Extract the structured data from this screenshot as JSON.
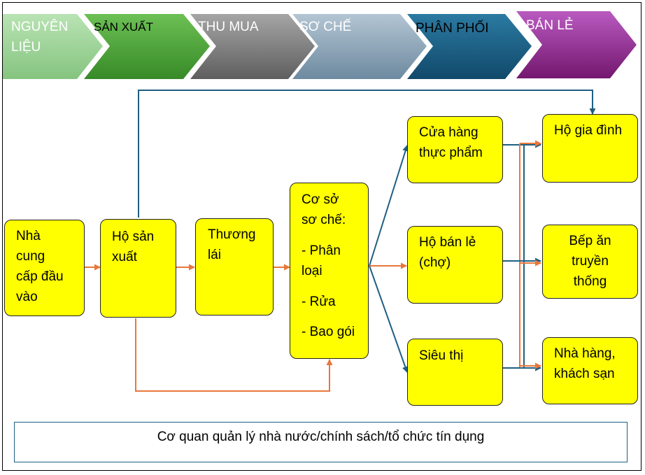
{
  "stages": [
    {
      "label": "NGUYÊN\nLIỆU",
      "color": "#9fd39a",
      "text_color": "#ffffff"
    },
    {
      "label": "SẢN XUẤT",
      "color": "#4ba537",
      "text_color": "#000000"
    },
    {
      "label": "THU MUA",
      "color": "#7b7b7b",
      "text_color": "#ffffff"
    },
    {
      "label": "SƠ CHẾ",
      "color": "#8ba4b7",
      "text_color": "#ffffff"
    },
    {
      "label": "PHÂN PHỐI",
      "color": "#1b5e80",
      "text_color": "#000000"
    },
    {
      "label": "BÁN LẺ",
      "color": "#8e2a8f",
      "text_color": "#ffffff"
    }
  ],
  "nodes": {
    "supplier": {
      "label": "Nhà\ncung\ncấp đầu\nvào"
    },
    "producer": {
      "label": "Hộ sản\nxuất"
    },
    "trader": {
      "label": "Thương\nlái"
    },
    "processor": {
      "title": "Cơ sở\nsơ chế:",
      "steps": [
        "- Phân\nloại",
        "- Rửa",
        "- Bao gói"
      ]
    },
    "food_store": {
      "label": "Cửa hàng\nthực phẩm"
    },
    "retail_market": {
      "label": "Hộ bán lẻ\n(chợ)"
    },
    "supermarket": {
      "label": "Siêu thị"
    },
    "household": {
      "label": "Hộ gia đình"
    },
    "traditional_kitchen": {
      "label": "Bếp ăn\ntruyền\nthống"
    },
    "restaurant_hotel": {
      "label": "Nhà hàng,\nkhách sạn"
    }
  },
  "policy": {
    "label": "Cơ quan quản lý nhà nước/chính sách/tổ chức tín dụng"
  },
  "colors": {
    "box_fill": "#ffff00",
    "arrow_orange": "#e8773a",
    "arrow_blue": "#1f5f82"
  }
}
